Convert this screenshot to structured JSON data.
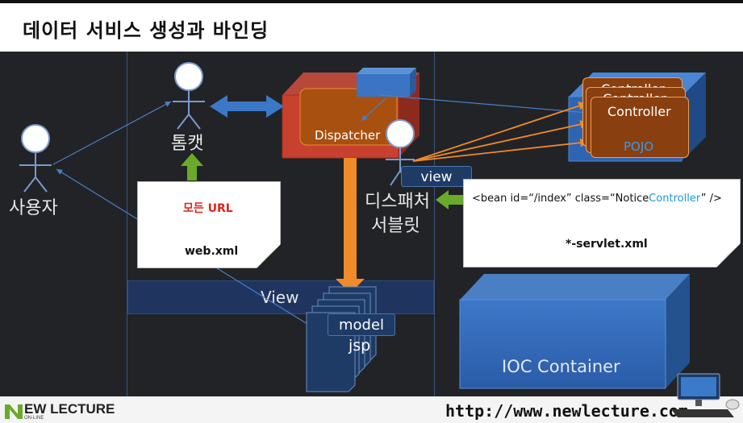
{
  "header": {
    "title": "데이터 서비스 생성과 바인딩"
  },
  "actors": {
    "user": "사용자",
    "tomcat": "톰캣",
    "dispatcher_line1": "디스패처",
    "dispatcher_line2": "서블릿"
  },
  "dispatcher": {
    "label": "Dispatcher"
  },
  "view_pill": "view",
  "view_band": "View",
  "jsp_stack": {
    "model": "model",
    "jsp": "jsp"
  },
  "web_doc": {
    "line1": "모든 URL",
    "line2": "web.xml"
  },
  "servlet_doc": {
    "bean_prefix": "<bean id=“/index” class=“Notice",
    "bean_highlight": "Controller",
    "bean_suffix": "” />",
    "file": "*-servlet.xml"
  },
  "controllers": {
    "back1": "Controller",
    "back2": "Controller",
    "front": "Controller",
    "pojo": "POJO"
  },
  "ioc": {
    "label": "IOC Container"
  },
  "footer": {
    "logo_text": "EW LECTURE",
    "logo_sub": "ON-LINE",
    "url": "http://www.newlecture.com"
  },
  "colors": {
    "accent_blue": "#2e6ab8",
    "dispatcher_red": "#c8402e",
    "controller_orange": "#8a3f10",
    "arrow_green": "#6aaa2a",
    "arrow_orange": "#f08a2a",
    "highlight_cyan": "#1a9ad6",
    "url_red": "#e0231a"
  }
}
